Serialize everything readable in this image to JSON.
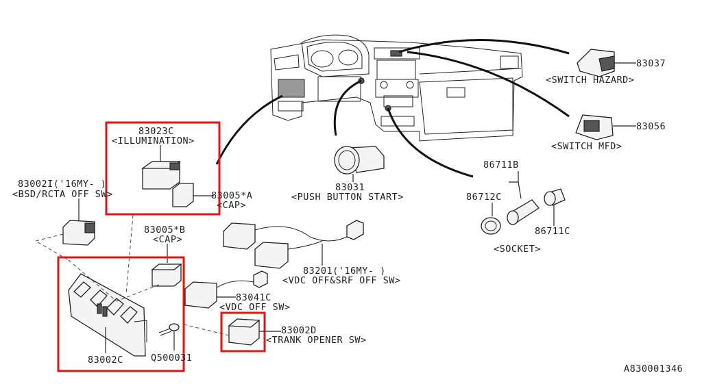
{
  "labels": {
    "p83037": "83037",
    "switch_hazard": "<SWITCH HAZARD>",
    "p83056": "83056",
    "switch_mfd": "<SWITCH MFD>",
    "p83023c": "83023C",
    "illumination": "<ILLUMINATION>",
    "p83002i": "83002I('16MY- )",
    "bsd_rcta": "<BSD/RCTA OFF SW>",
    "p83005a": "83005*A",
    "cap_a": "<CAP>",
    "p83031": "83031",
    "push_button_start": "<PUSH BUTTON START>",
    "p86711b": "86711B",
    "p86712c": "86712C",
    "p86711c": "86711C",
    "socket": "<SOCKET>",
    "p83005b": "83005*B",
    "cap_b": "<CAP>",
    "p83201": "83201('16MY- )",
    "vdc_srf": "<VDC OFF&SRF OFF SW>",
    "p83041c": "83041C",
    "vdc_off": "<VDC OFF SW>",
    "p83002d": "83002D",
    "trank_opener": "<TRANK OPENER SW>",
    "p83002c": "83002C",
    "q500031": "Q500031",
    "figure_id": "A830001346"
  },
  "colors": {
    "highlight": "#e01515",
    "line": "#222222",
    "background": "#ffffff"
  }
}
